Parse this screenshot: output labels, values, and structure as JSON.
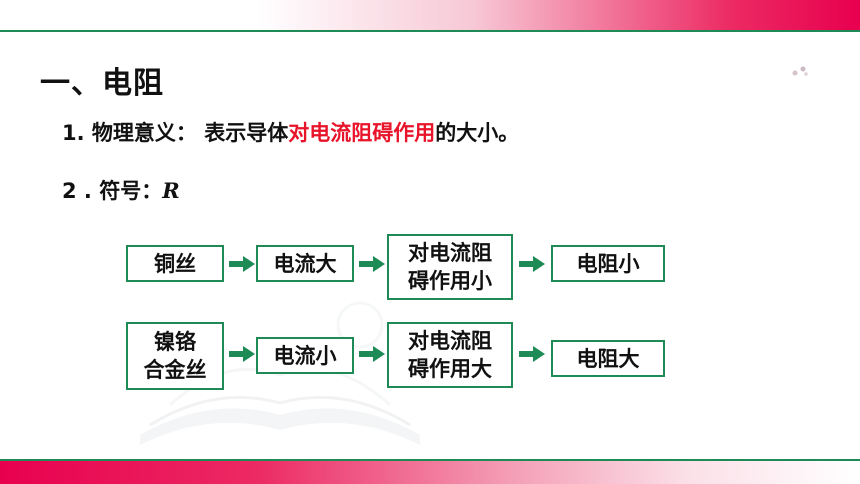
{
  "title": "一、电阻",
  "definition": {
    "prefix": "1. 物理意义：",
    "before": "表示导体",
    "highlight": "对电流阻碍作用",
    "after": "的大小。"
  },
  "symbol": {
    "prefix": "2 . 符号：",
    "value": "R"
  },
  "flow": [
    {
      "material": [
        "铜丝"
      ],
      "current": "电流大",
      "obstruction": [
        "对电流阻",
        "碍作用小"
      ],
      "resistance": "电阻小"
    },
    {
      "material": [
        "镍铬",
        "合金丝"
      ],
      "current": "电流小",
      "obstruction": [
        "对电流阻",
        "碍作用大"
      ],
      "resistance": "电阻大"
    }
  ],
  "colors": {
    "accent_green": "#1e8a55",
    "highlight_red": "#e8142a",
    "banner_pink": "#e8004f"
  }
}
